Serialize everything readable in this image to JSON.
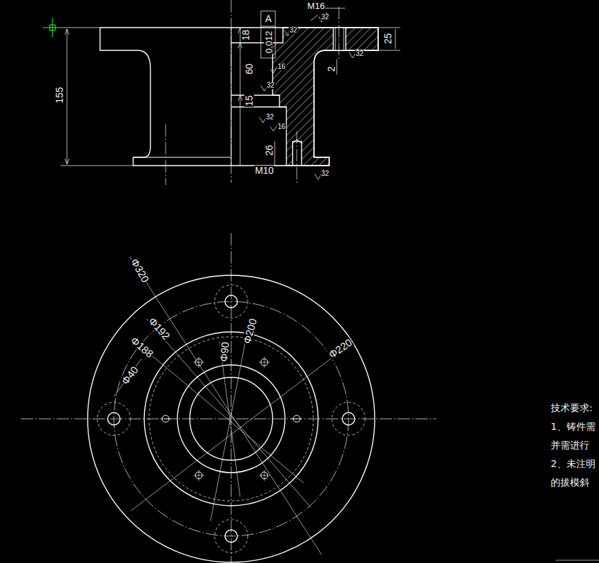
{
  "diagram": {
    "labels": [
      "M16",
      "32",
      "A",
      "18",
      "0.012",
      "32",
      "25",
      "32",
      "2",
      "60",
      "16",
      "32",
      "15",
      "32",
      "16",
      "26",
      "M10",
      "32",
      "155",
      "Φ320",
      "Φ192",
      "Φ188",
      "Φ40",
      "Φ90",
      "Φ200",
      "Φ220",
      "技术要求:",
      "1、铸件需",
      "并需进行",
      "2、未注明",
      "的拔模斜"
    ]
  }
}
